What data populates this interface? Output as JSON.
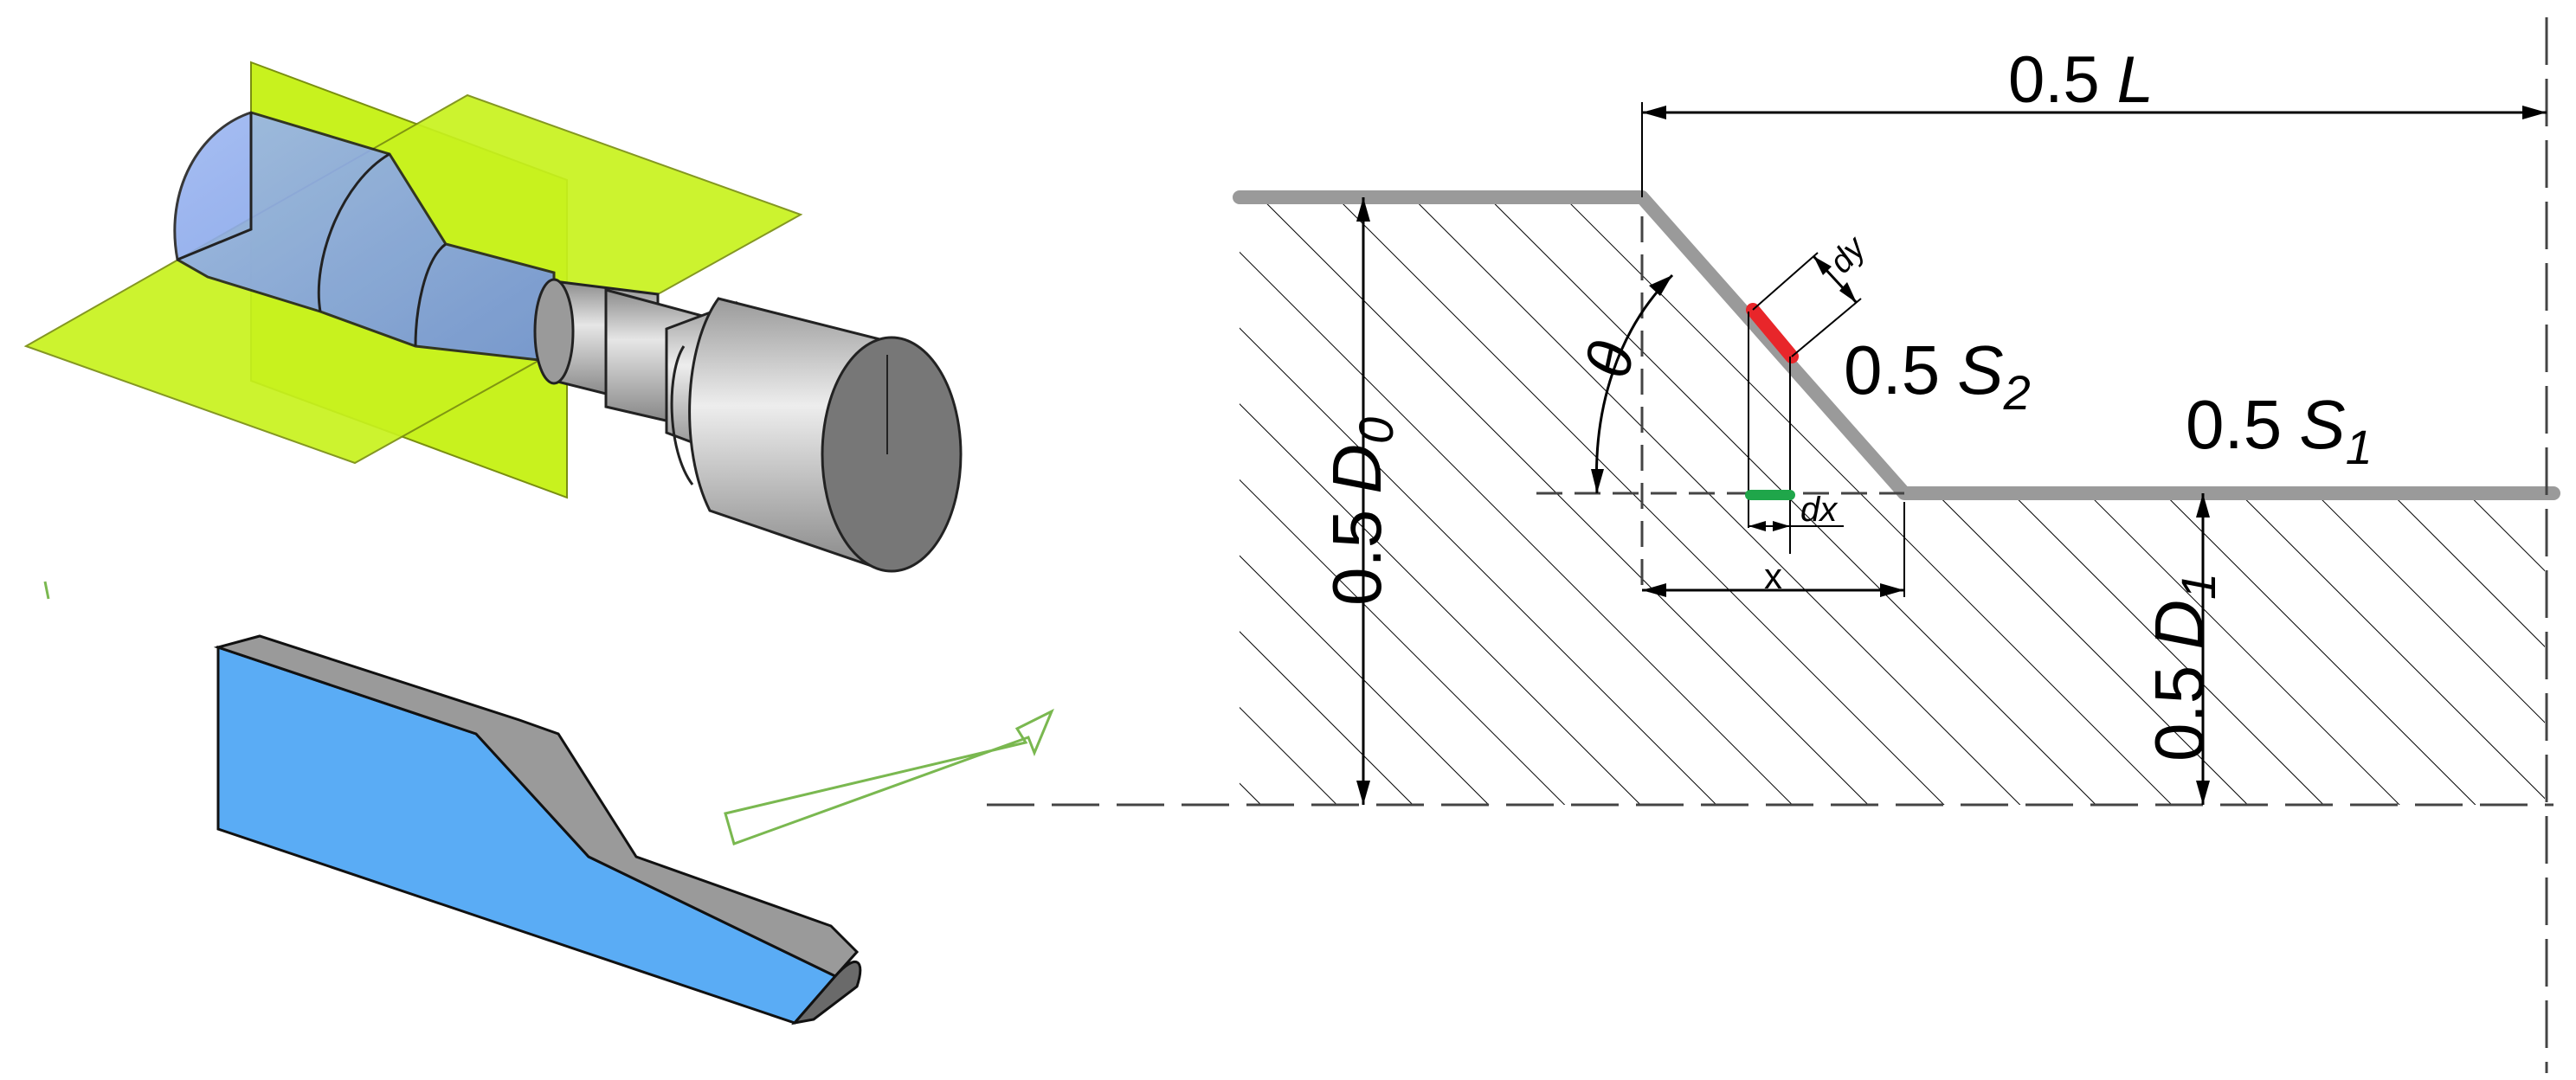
{
  "colors": {
    "profile": "#9a9a9a",
    "plane": "#c8f21e",
    "section_blue": "#6aa8f0",
    "die_gray": "#b5b5b5",
    "contact_red": "#e8262a",
    "contact_green": "#1fa64a",
    "arrow_green": "#7ab850",
    "hatch": "#000000"
  },
  "labels": {
    "half_L_num": "0.5",
    "half_L_var": "L",
    "half_S2_num": "0.5",
    "half_S2_var": "S",
    "half_S2_sub": "2",
    "half_S1_num": "0.5",
    "half_S1_var": "S",
    "half_S1_sub": "1",
    "half_D0_num": "0.5",
    "half_D0_var": "D",
    "half_D0_sub": "0",
    "half_D1_num": "0.5",
    "half_D1_var": "D",
    "half_D1_sub": "1",
    "theta": "θ",
    "dy": "dy",
    "dx": "dx",
    "x": "x"
  }
}
